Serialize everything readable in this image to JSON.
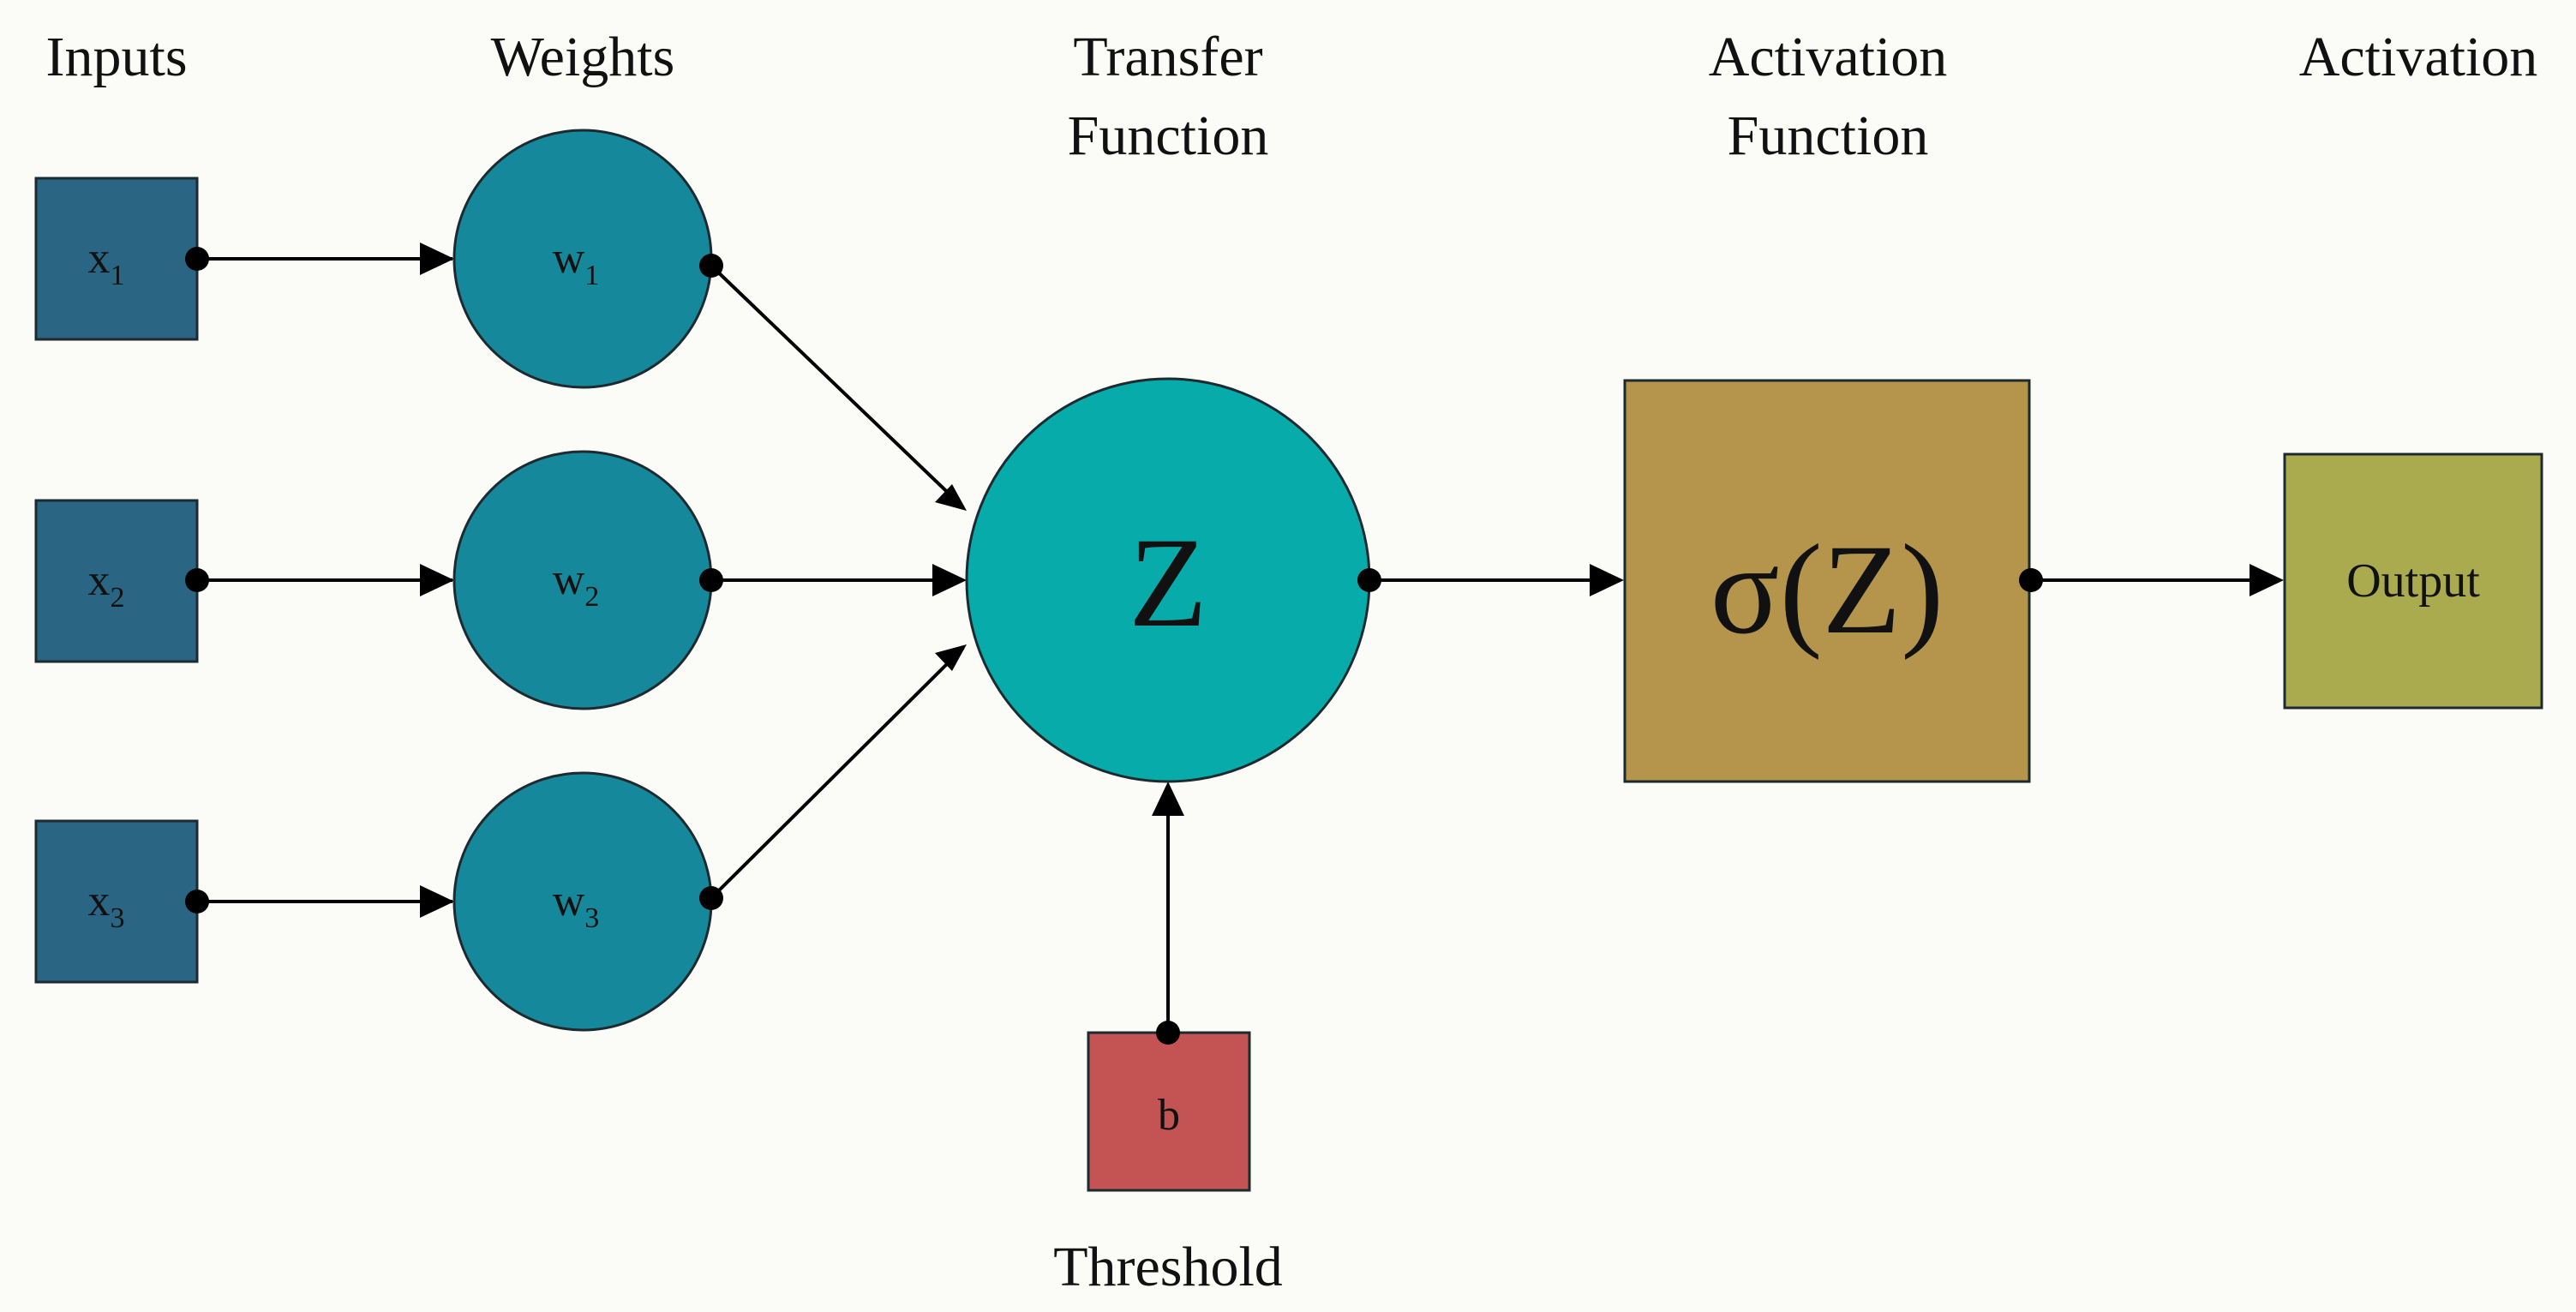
{
  "headers": {
    "inputs": "Inputs",
    "weights": "Weights",
    "transfer_line1": "Transfer",
    "transfer_line2": "Function",
    "activation_fn_line1": "Activation",
    "activation_fn_line2": "Function",
    "activation": "Activation"
  },
  "inputs": [
    {
      "base": "x",
      "sub": "1"
    },
    {
      "base": "x",
      "sub": "2"
    },
    {
      "base": "x",
      "sub": "3"
    }
  ],
  "weights": [
    {
      "base": "w",
      "sub": "1"
    },
    {
      "base": "w",
      "sub": "2"
    },
    {
      "base": "w",
      "sub": "3"
    }
  ],
  "transfer": {
    "label": "Z"
  },
  "activation_fn": {
    "sigma": "σ",
    "label": "(Z)"
  },
  "output": {
    "label": "Output"
  },
  "bias": {
    "label": "b",
    "caption": "Threshold"
  },
  "colors": {
    "background": "#fbfcf8",
    "input_box": "#2a6683",
    "weight_circle": "#15899b",
    "transfer_circle": "#07aba9",
    "activation_box": "#b5954c",
    "output_box": "#aaab4e",
    "bias_box": "#c45453",
    "line": "#000000"
  }
}
